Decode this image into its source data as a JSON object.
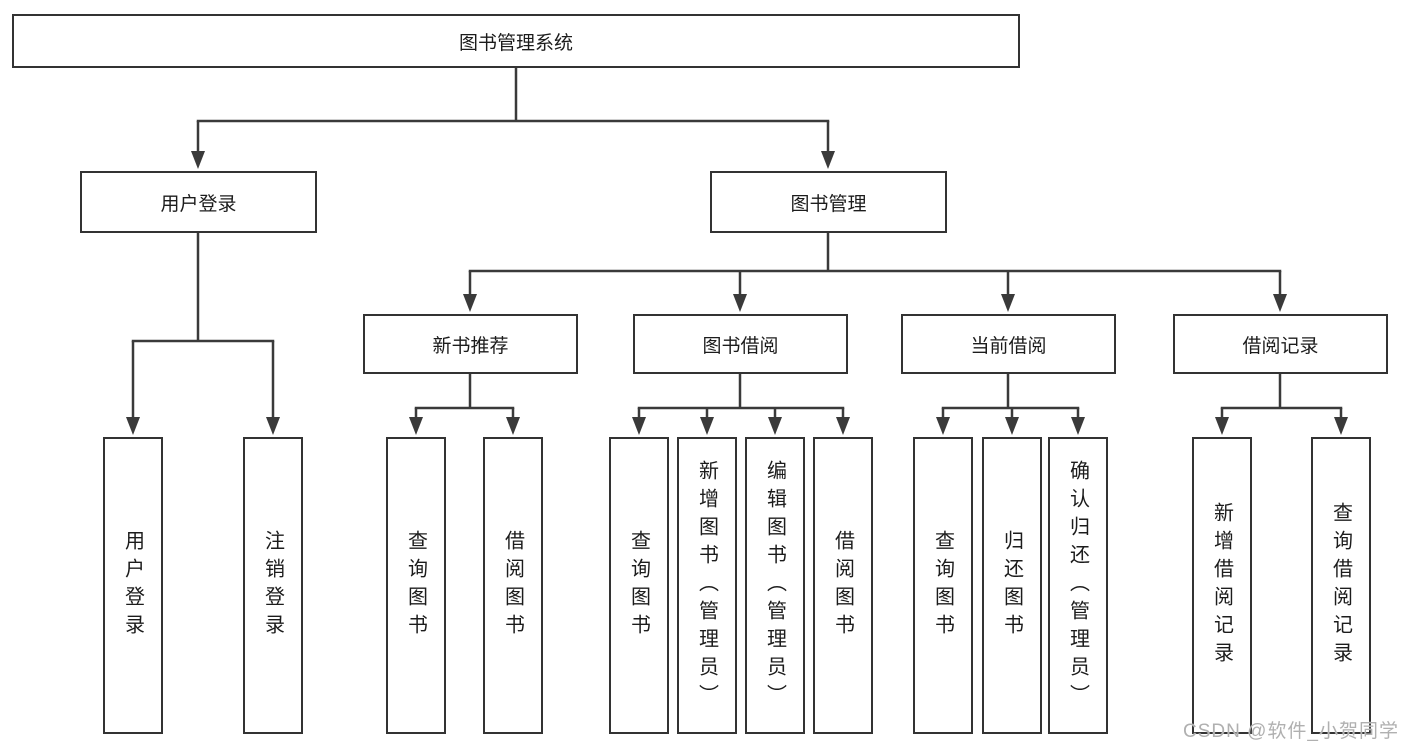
{
  "tree": {
    "label": "图书管理系统",
    "children": [
      {
        "label": "用户登录",
        "children": [
          {
            "label": "用户登录"
          },
          {
            "label": "注销登录"
          }
        ]
      },
      {
        "label": "图书管理",
        "children": [
          {
            "label": "新书推荐",
            "children": [
              {
                "label": "查询图书"
              },
              {
                "label": "借阅图书"
              }
            ]
          },
          {
            "label": "图书借阅",
            "children": [
              {
                "label": "查询图书"
              },
              {
                "label": "新增图书（管理员）"
              },
              {
                "label": "编辑图书（管理员）"
              },
              {
                "label": "借阅图书"
              }
            ]
          },
          {
            "label": "当前借阅",
            "children": [
              {
                "label": "查询图书"
              },
              {
                "label": "归还图书"
              },
              {
                "label": "确认归还（管理员）"
              }
            ]
          },
          {
            "label": "借阅记录",
            "children": [
              {
                "label": "新增借阅记录"
              },
              {
                "label": "查询借阅记录"
              }
            ]
          }
        ]
      }
    ]
  },
  "watermark": {
    "text": "CSDN @软件_小贺同学"
  },
  "colors": {
    "line": "#3a3a3a",
    "box_border": "#333333",
    "text": "#1c1c1c",
    "watermark": "#b0b0b0",
    "background": "#ffffff"
  }
}
